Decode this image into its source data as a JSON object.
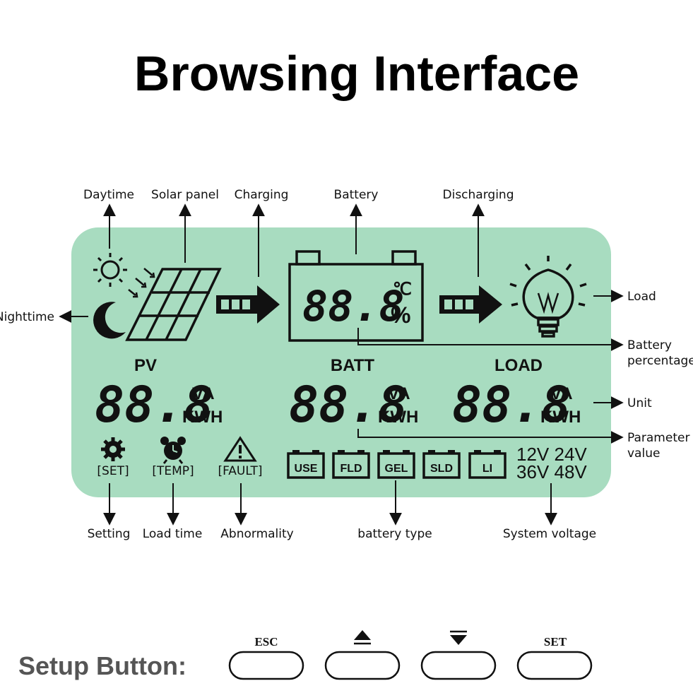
{
  "title": "Browsing Interface",
  "labels": {
    "daytime": "Daytime",
    "solar_panel": "Solar panel",
    "charging": "Charging",
    "battery": "Battery",
    "discharging": "Discharging",
    "nighttime": "Nighttime",
    "load": "Load",
    "battery_percentage": [
      "Battery",
      "percentage"
    ],
    "unit": "Unit",
    "parameter_value": [
      "Parameter",
      "value"
    ],
    "setting": "Setting",
    "load_time": "Load time",
    "abnormality": "Abnormality",
    "battery_type": "battery type",
    "system_voltage": "System voltage"
  },
  "lcd": {
    "background": "#a8dcc0",
    "battery_digits": "88.8",
    "celsius": "℃",
    "percent": "%",
    "pv_label": "PV",
    "batt_label": "BATT",
    "load_label": "LOAD",
    "digits": "88.8",
    "unit_va": "VA",
    "unit_kwh": "KWH",
    "set": "[SET]",
    "temp": "[TEMP]",
    "fault": "[FAULT]",
    "battery_types": [
      "USE",
      "FLD",
      "GEL",
      "SLD",
      "LI"
    ],
    "voltages_row1": "12V 24V",
    "voltages_row2": "36V 48V"
  },
  "setup": {
    "label": "Setup Button:",
    "buttons": [
      {
        "caption": "ESC",
        "icon": null
      },
      {
        "caption": "",
        "icon": "up-triangle-icon"
      },
      {
        "caption": "",
        "icon": "down-triangle-icon"
      },
      {
        "caption": "SET",
        "icon": null
      }
    ]
  }
}
